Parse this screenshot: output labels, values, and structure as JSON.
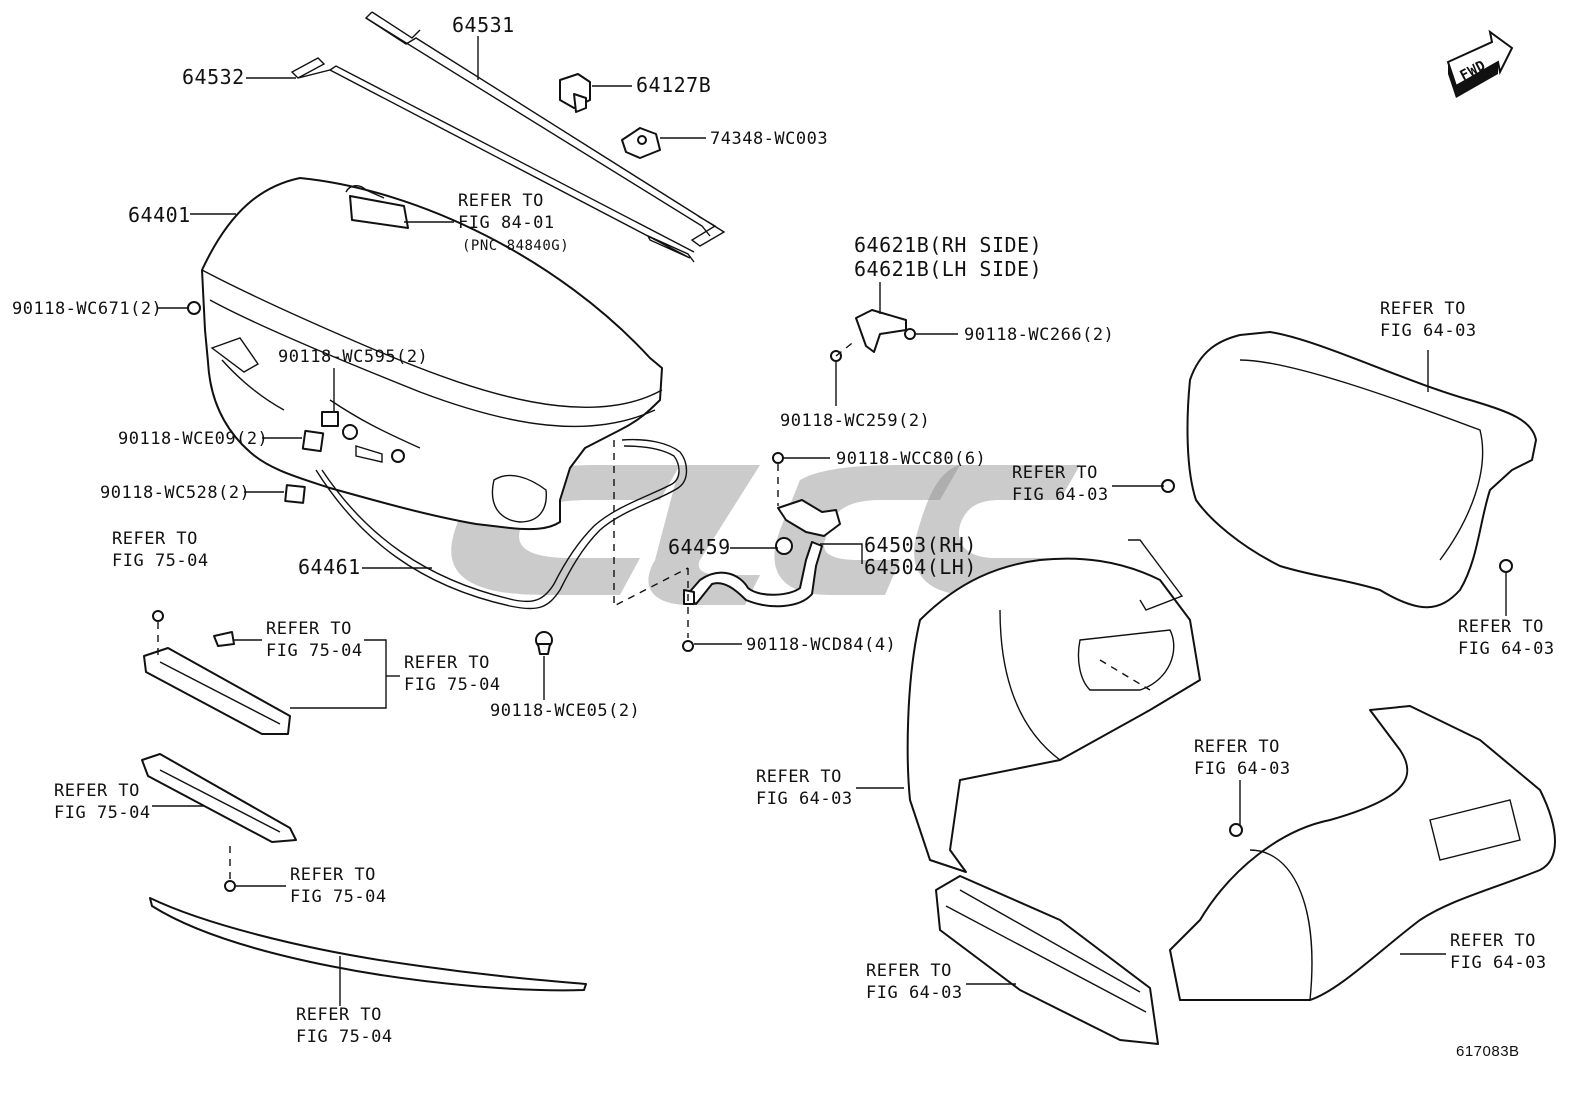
{
  "figure_code": "617083B",
  "fwd_label": "FWD",
  "labels": {
    "p64531": "64531",
    "p64532": "64532",
    "p64127b": "64127B",
    "p74348": "74348-WC003",
    "p64401": "64401",
    "refer_8401_a": "REFER TO",
    "refer_8401_b": "FIG 84-01",
    "refer_8401_c": "(PNC 84840G)",
    "p90118_wc671": "90118-WC671(2)",
    "p90118_wc595": "90118-WC595(2)",
    "p90118_wce09": "90118-WCE09(2)",
    "p90118_wc528": "90118-WC528(2)",
    "p64621b_rh": "64621B(RH SIDE)",
    "p64621b_lh": "64621B(LH SIDE)",
    "p90118_wc266": "90118-WC266(2)",
    "p90118_wc259": "90118-WC259(2)",
    "p90118_wcc80": "90118-WCC80(6)",
    "refer_6403_1a": "REFER TO",
    "refer_6403_1b": "FIG 64-03",
    "refer_6403_2a": "REFER TO",
    "refer_6403_2b": "FIG 64-03",
    "p64459": "64459",
    "p64503": "64503(RH)",
    "p64504": "64504(LH)",
    "p64461": "64461",
    "refer_7504_1a": "REFER TO",
    "refer_7504_1b": "FIG 75-04",
    "refer_7504_2a": "REFER TO",
    "refer_7504_2b": "FIG 75-04",
    "refer_7504_3a": "REFER TO",
    "refer_7504_3b": "FIG 75-04",
    "p90118_wce05": "90118-WCE05(2)",
    "p90118_wcd84": "90118-WCD84(4)",
    "refer_6403_3a": "REFER TO",
    "refer_6403_3b": "FIG 64-03",
    "refer_6403_4a": "REFER TO",
    "refer_6403_4b": "FIG 64-03",
    "refer_6403_5a": "REFER TO",
    "refer_6403_5b": "FIG 64-03",
    "refer_7504_4a": "REFER TO",
    "refer_7504_4b": "FIG 75-04",
    "refer_7504_5a": "REFER TO",
    "refer_7504_5b": "FIG 75-04",
    "refer_6403_6a": "REFER TO",
    "refer_6403_6b": "FIG 64-03",
    "refer_6403_7a": "REFER TO",
    "refer_6403_7b": "FIG 64-03",
    "refer_7504_6a": "REFER TO",
    "refer_7504_6b": "FIG 75-04"
  },
  "colors": {
    "ink": "#111111",
    "paper": "#ffffff",
    "watermark": "#8c8c8c"
  }
}
